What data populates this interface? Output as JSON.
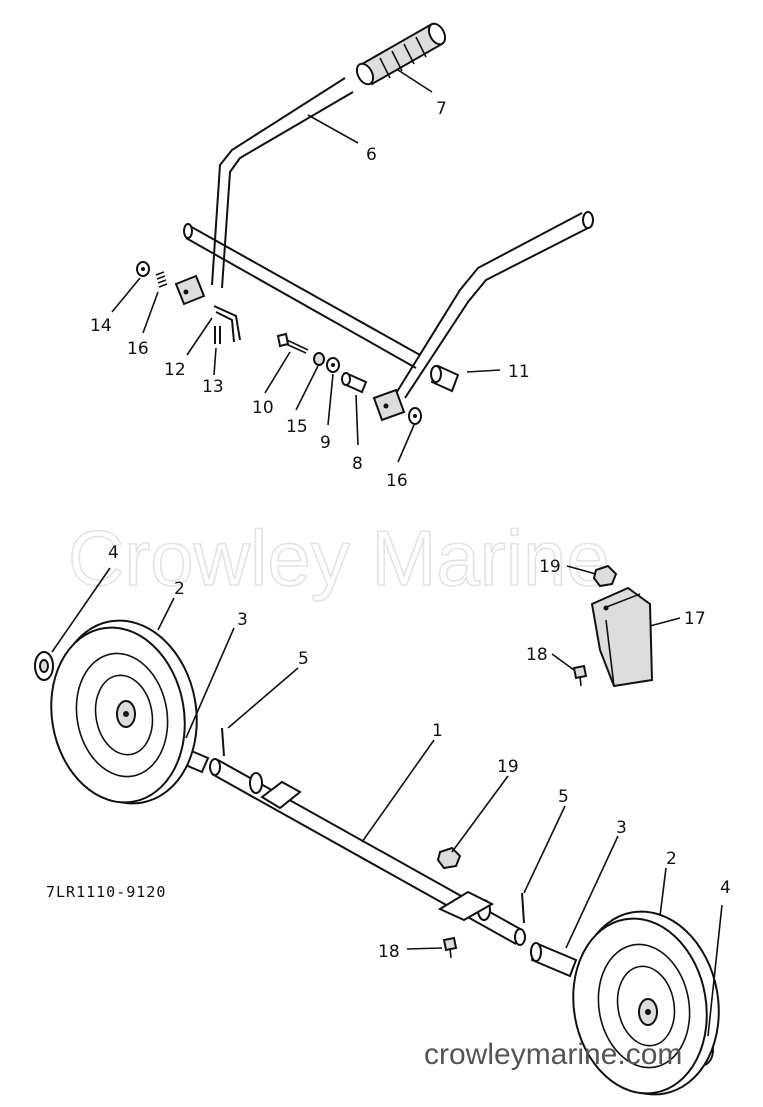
{
  "watermark": "Crowley Marine",
  "footer_watermark": "crowleymarine.com",
  "diagram_code": "7LR1110-9120",
  "callouts": {
    "c1": "1",
    "c2a": "2",
    "c2b": "2",
    "c3a": "3",
    "c3b": "3",
    "c4a": "4",
    "c4b": "4",
    "c5a": "5",
    "c5b": "5",
    "c6": "6",
    "c7": "7",
    "c8": "8",
    "c9": "9",
    "c10": "10",
    "c11": "11",
    "c12": "12",
    "c13": "13",
    "c14": "14",
    "c15": "15",
    "c16a": "16",
    "c16b": "16",
    "c17": "17",
    "c18a": "18",
    "c18b": "18",
    "c19a": "19",
    "c19b": "19"
  }
}
